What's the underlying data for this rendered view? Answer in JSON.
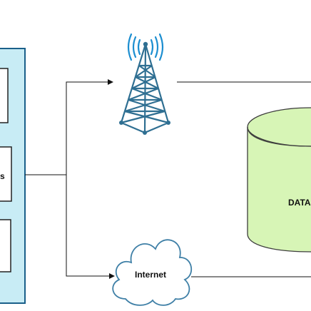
{
  "nodes": {
    "left_panel_label": "s",
    "internet_label": "Internet",
    "database_label": "DATA"
  },
  "colors": {
    "panel_fill": "#c8ecf5",
    "panel_stroke": "#1a5f8a",
    "box_fill": "#ffffff",
    "connector": "#111111",
    "tower": "#2f6f92",
    "signal_wave": "#1c8ed0",
    "cloud_stroke": "#3e7fa6",
    "cloud_fill": "#ffffff",
    "database_fill": "#d7f5b6",
    "database_stroke": "#3d3d3d"
  },
  "icons": {
    "tower": "radio-tower-icon",
    "cloud": "cloud-icon",
    "database": "database-cylinder-icon"
  }
}
